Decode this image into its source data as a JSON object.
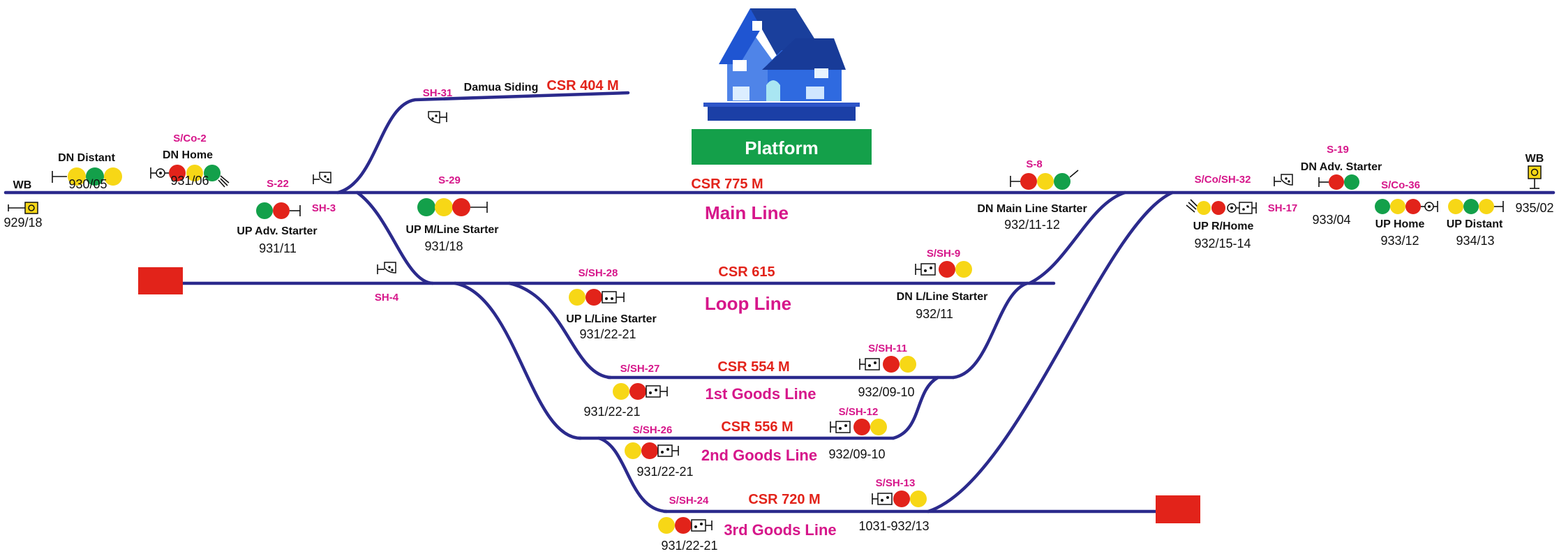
{
  "platform": {
    "label": "Platform",
    "color": "#14a04a"
  },
  "colors": {
    "track": "#2b2a8c",
    "red": "#e2231a",
    "yellow": "#f7d716",
    "green": "#13a04a",
    "pink": "#d6168a"
  },
  "wb": {
    "left": "WB",
    "right": "WB"
  },
  "km": {
    "k1": "929/18",
    "k2": "930/05",
    "k3": "931/06",
    "k4": "931/11",
    "k5": "931/18",
    "k6": "932/11-12",
    "k7": "932/15-14",
    "k8": "933/04",
    "k9": "933/12",
    "k10": "934/13",
    "k11": "935/02",
    "k12": "931/22-21",
    "k13": "932/11",
    "k14": "931/22-21",
    "k15": "932/09-10",
    "k16": "931/22-21",
    "k17": "932/09-10",
    "k18": "931/22-21",
    "k19": "1031-932/13"
  },
  "signal_names": {
    "dn_distant": "DN Distant",
    "dn_home": "DN Home",
    "up_adv_starter": "UP Adv. Starter",
    "up_mline_starter": "UP M/Line Starter",
    "dn_main_line_starter": "DN Main Line Starter",
    "up_r_home": "UP R/Home",
    "dn_adv_starter": "DN Adv. Starter",
    "up_home": "UP Home",
    "up_distant": "UP Distant",
    "up_lline_starter": "UP  L/Line Starter",
    "dn_lline_starter": "DN L/Line Starter"
  },
  "signal_ids": {
    "sco2": "S/Co-2",
    "s22": "S-22",
    "sh3": "SH-3",
    "s29": "S-29",
    "sh31": "SH-31",
    "sh4": "SH-4",
    "ssh28": "S/SH-28",
    "s8": "S-8",
    "ssh9": "S/SH-9",
    "scosh32": "S/Co/SH-32",
    "sh17": "SH-17",
    "s19": "S-19",
    "sco36": "S/Co-36",
    "ssh27": "S/SH-27",
    "ssh11": "S/SH-11",
    "ssh26": "S/SH-26",
    "ssh12": "S/SH-12",
    "ssh24": "S/SH-24",
    "ssh13": "S/SH-13"
  },
  "lines": {
    "main": {
      "name": "Main Line",
      "csr": "CSR 775 M"
    },
    "loop": {
      "name": "Loop Line",
      "csr": "CSR 615"
    },
    "goods1": {
      "name": "1st Goods Line",
      "csr": "CSR 554 M"
    },
    "goods2": {
      "name": "2nd Goods Line",
      "csr": "CSR 556 M"
    },
    "goods3": {
      "name": "3rd Goods Line",
      "csr": "CSR 720 M"
    },
    "siding": {
      "name": "Damua Siding",
      "csr": "CSR 404 M"
    }
  }
}
